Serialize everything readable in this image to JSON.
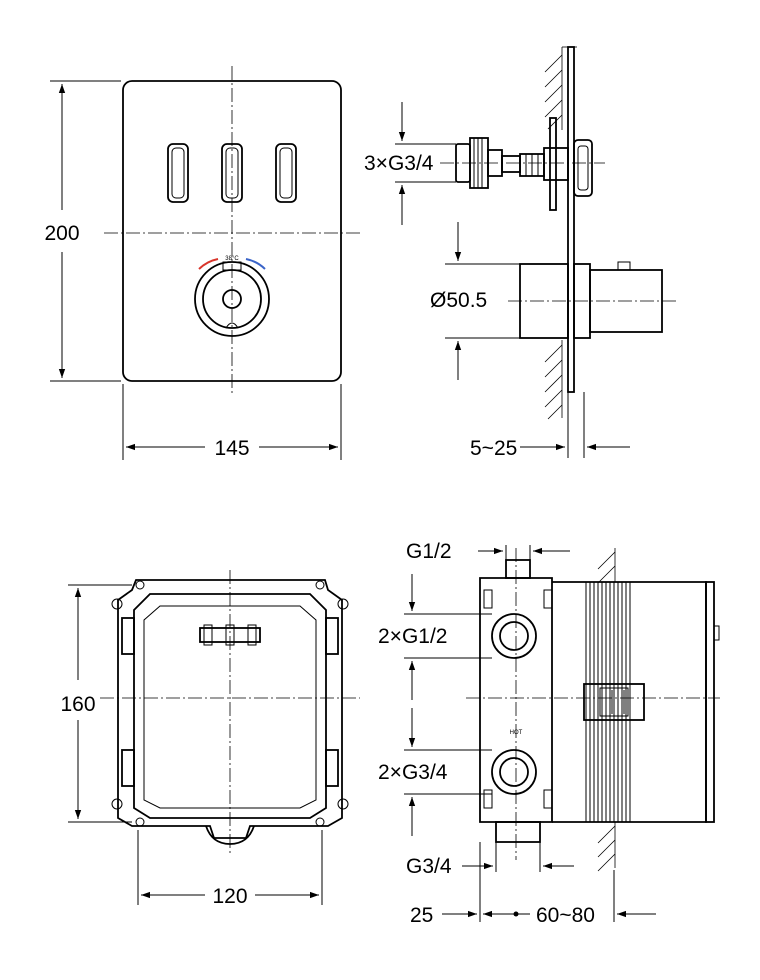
{
  "colors": {
    "hot_arc": "#d9352b",
    "cold_arc": "#3a64c8"
  },
  "front_view": {
    "height_label": "200",
    "width_label": "145",
    "temp_mark": "38°C"
  },
  "side_view": {
    "inlet_label": "3×G3/4",
    "diameter_label": "Ø50.5",
    "wall_range_label": "5~25"
  },
  "box_front": {
    "height_label": "160",
    "width_label": "120"
  },
  "box_side": {
    "top_port_label": "G1/2",
    "upper_ports_label": "2×G1/2",
    "hot_mark": "HOT",
    "lower_ports_label": "2×G3/4",
    "bottom_port_label": "G3/4",
    "offset_label": "25",
    "depth_range_label": "60~80"
  }
}
